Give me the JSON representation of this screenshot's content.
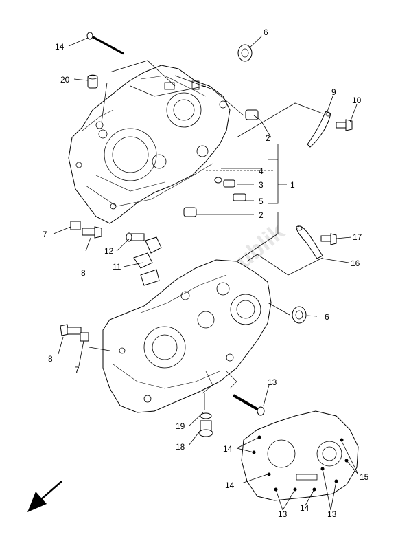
{
  "diagram": {
    "callouts": {
      "c1": "1",
      "c2a": "2",
      "c2b": "2",
      "c3": "3",
      "c4": "4",
      "c5": "5",
      "c6a": "6",
      "c6b": "6",
      "c7a": "7",
      "c7b": "7",
      "c8a": "8",
      "c8b": "8",
      "c9": "9",
      "c10": "10",
      "c11": "11",
      "c12": "12",
      "c13a": "13",
      "c13b": "13",
      "c13c": "13",
      "c14a": "14",
      "c14b": "14",
      "c14c": "14",
      "c14d": "14",
      "c15": "15",
      "c16": "16",
      "c17": "17",
      "c18": "18",
      "c19": "19",
      "c20": "20"
    },
    "watermark": "Partsrepublik",
    "arrow_icon": "front-direction-arrow-icon"
  }
}
